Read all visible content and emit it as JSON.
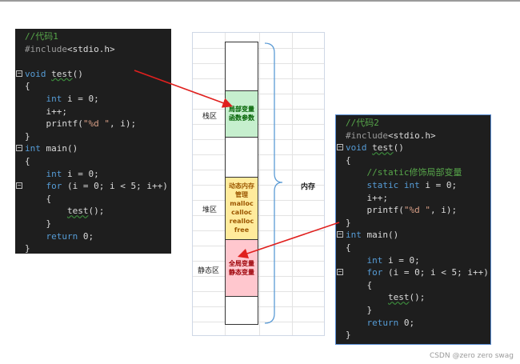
{
  "code1": {
    "lines": [
      {
        "t": "//代码1",
        "k": "cm"
      },
      {
        "t": "#include<stdio.h>",
        "k": "pp"
      },
      {
        "t": "",
        "k": ""
      },
      {
        "t": "void test()",
        "k": "sig"
      },
      {
        "t": "{",
        "k": ""
      },
      {
        "t": "    int i = 0;",
        "k": "decl"
      },
      {
        "t": "    i++;",
        "k": ""
      },
      {
        "t": "    printf(\"%d \", i);",
        "k": "pf"
      },
      {
        "t": "}",
        "k": ""
      },
      {
        "t": "int main()",
        "k": "sig2"
      },
      {
        "t": "{",
        "k": ""
      },
      {
        "t": "    int i = 0;",
        "k": "decl"
      },
      {
        "t": "    for (i = 0; i < 5; i++)",
        "k": "for"
      },
      {
        "t": "    {",
        "k": ""
      },
      {
        "t": "        test();",
        "k": "call"
      },
      {
        "t": "    }",
        "k": ""
      },
      {
        "t": "    return 0;",
        "k": "ret"
      },
      {
        "t": "}",
        "k": ""
      }
    ]
  },
  "code2": {
    "lines": [
      {
        "t": "//代码2",
        "k": "cm"
      },
      {
        "t": "#include<stdio.h>",
        "k": "pp"
      },
      {
        "t": "void test()",
        "k": "sig"
      },
      {
        "t": "{",
        "k": ""
      },
      {
        "t": "    //static修饰局部变量",
        "k": "cm"
      },
      {
        "t": "    static int i = 0;",
        "k": "sdecl"
      },
      {
        "t": "    i++;",
        "k": ""
      },
      {
        "t": "    printf(\"%d \", i);",
        "k": "pf"
      },
      {
        "t": "}",
        "k": ""
      },
      {
        "t": "int main()",
        "k": "sig2"
      },
      {
        "t": "{",
        "k": ""
      },
      {
        "t": "    int i = 0;",
        "k": "decl"
      },
      {
        "t": "    for (i = 0; i < 5; i++)",
        "k": "for"
      },
      {
        "t": "    {",
        "k": ""
      },
      {
        "t": "        test();",
        "k": "call"
      },
      {
        "t": "    }",
        "k": ""
      },
      {
        "t": "    return 0;",
        "k": "ret"
      },
      {
        "t": "}",
        "k": ""
      }
    ]
  },
  "memory": {
    "stack_label": "栈区",
    "heap_label": "堆区",
    "static_label": "静态区",
    "memory_label": "内存",
    "stack_content": [
      "局部变量",
      "函数参数"
    ],
    "heap_content": [
      "动态内存",
      "管理",
      "malloc",
      "calloc",
      "realloc",
      "free"
    ],
    "static_content": [
      "全局变量",
      "静态变量"
    ],
    "stack_fill": "#c6efce",
    "stack_text": "#006100",
    "heap_fill": "#ffeb9c",
    "heap_text": "#9c5700",
    "static_fill": "#ffc7ce",
    "static_text": "#9c0006",
    "arrow_color": "#e0201e",
    "brace_color": "#5b9bd5"
  },
  "watermark": "CSDN @zero zero swag"
}
